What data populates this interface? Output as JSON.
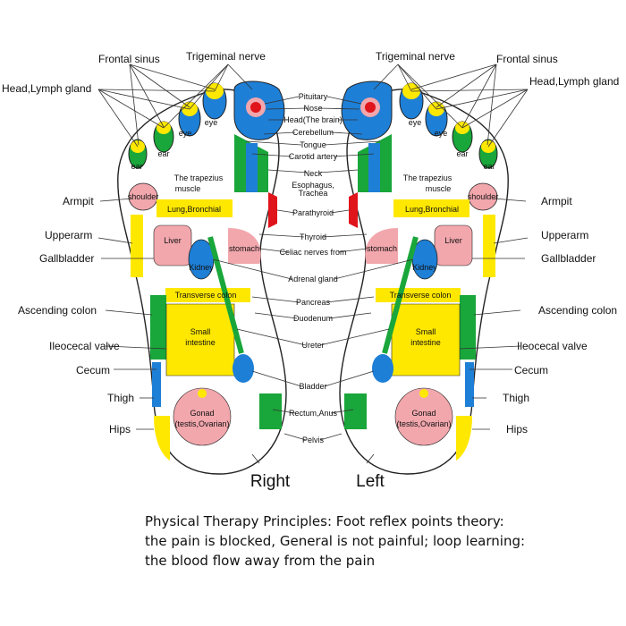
{
  "colors": {
    "yellow": "#ffe800",
    "blue": "#1e7fd6",
    "green": "#19a63a",
    "pink": "#f2a7ad",
    "red": "#e0141b",
    "outline": "#222222"
  },
  "feet": {
    "right_label": "Right",
    "left_label": "Left"
  },
  "outer_labels": {
    "frontal_sinus": "Frontal sinus",
    "trigeminal_nerve": "Trigeminal nerve",
    "head_lymph_gland": "Head,Lymph gland",
    "armpit": "Armpit",
    "upperarm": "Upperarm",
    "gallbladder": "Gallbladder",
    "ascending_colon": "Ascending colon",
    "ileocecal_valve": "Ileocecal valve",
    "cecum": "Cecum",
    "thigh": "Thigh",
    "hips": "Hips"
  },
  "center_labels": {
    "pituitary": "Pituitary",
    "nose": "Nose",
    "head_brain": "Head(The brain)",
    "cerebellum": "Cerebellum",
    "tongue": "Tongue",
    "carotid_artery": "Carotid artery",
    "neck": "Neck",
    "esophagus": "Esophagus,",
    "trachea": "Trachea",
    "parathyroid": "Parathyroid",
    "thyroid": "Thyroid",
    "celiac": "Celiac nerves from",
    "adrenal": "Adrenal gland",
    "pancreas": "Pancreas",
    "duodenum": "Duodenum",
    "ureter": "Ureter",
    "bladder": "Bladder",
    "rectum": "Rectum,Anus",
    "pelvis": "Pelvis"
  },
  "zone_labels": {
    "eye": "eye",
    "ear": "ear",
    "trapezius_1": "The trapezius",
    "trapezius_2": "muscle",
    "shoulder": "shoulder",
    "lung": "Lung,Bronchial",
    "liver": "Liver",
    "stomach": "stomach",
    "kidney": "Kidney",
    "transverse_colon": "Transverse colon",
    "small_intestine_1": "Small",
    "small_intestine_2": "intestine",
    "gonad_1": "Gonad",
    "gonad_2": "(testis,Ovarian)"
  },
  "caption": {
    "line1": "Physical Therapy Principles: Foot reflex points theory:",
    "line2": "the pain is blocked, General is not painful; loop learning:",
    "line3": "the blood flow away from the pain"
  }
}
